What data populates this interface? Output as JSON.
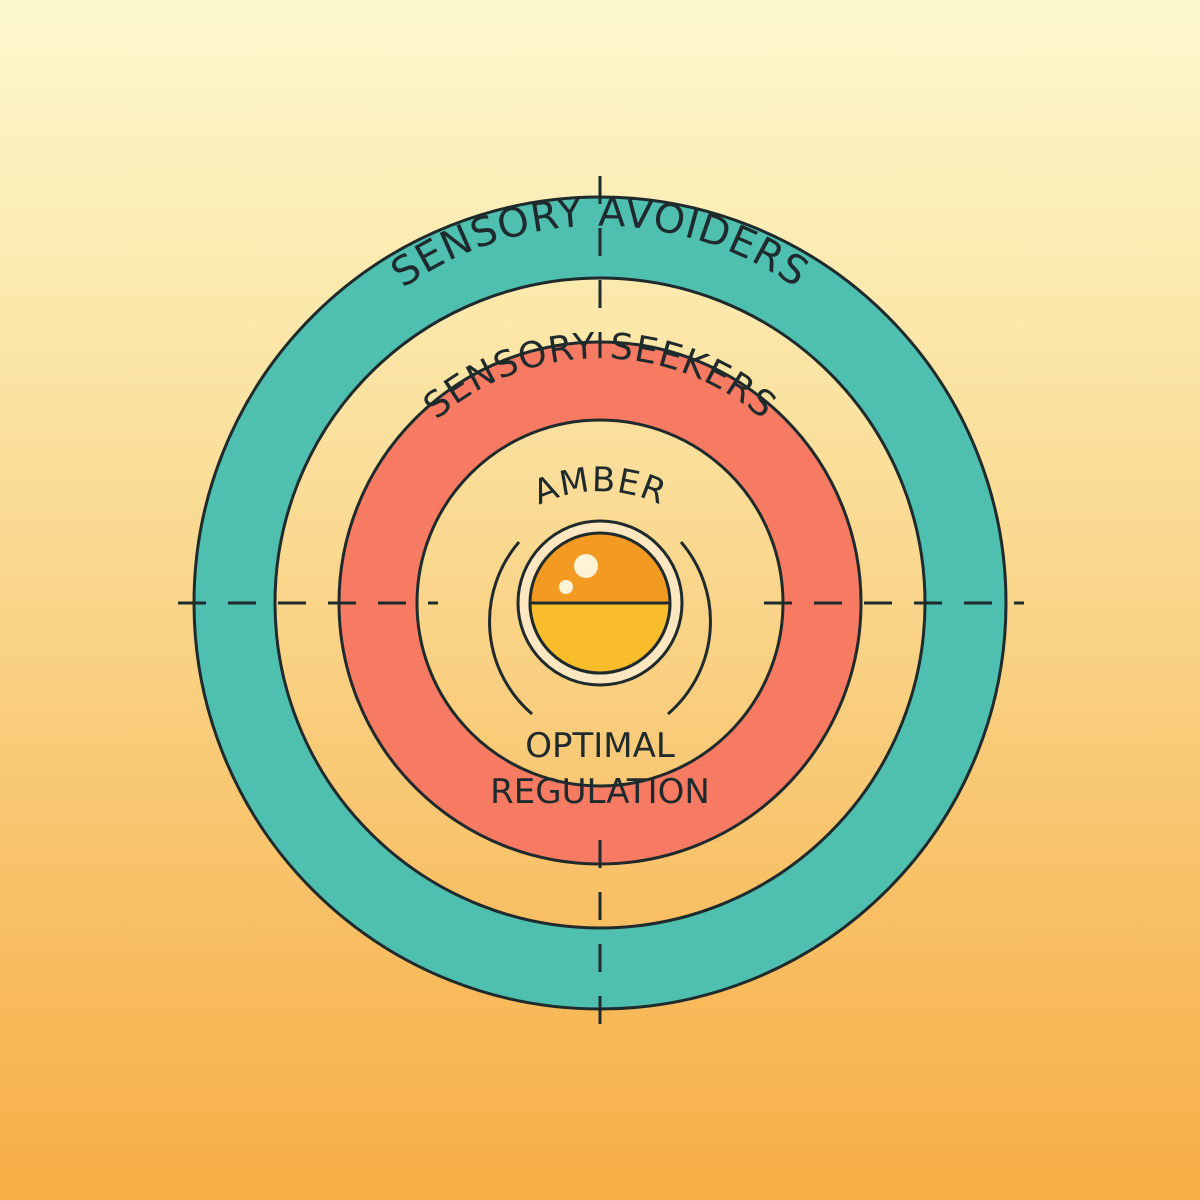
{
  "rings": {
    "outer": {
      "label": "SENSORY AVOIDERS",
      "color": "#4fbfb0"
    },
    "middle": {
      "label": "SENSORY SEEKERS",
      "color": "#f77b62"
    },
    "center": {
      "label": "AMBER",
      "color": "#f6a12a"
    }
  },
  "bottom_label": {
    "line1": "OPTIMAL",
    "line2": "REGULATION"
  },
  "colors": {
    "stroke": "#1f2a2c",
    "amber_dark": "#f28c1e",
    "amber_light": "#f9bd2c",
    "highlight": "#fff3d6"
  },
  "icons": {
    "center": "amber-orb-icon"
  }
}
